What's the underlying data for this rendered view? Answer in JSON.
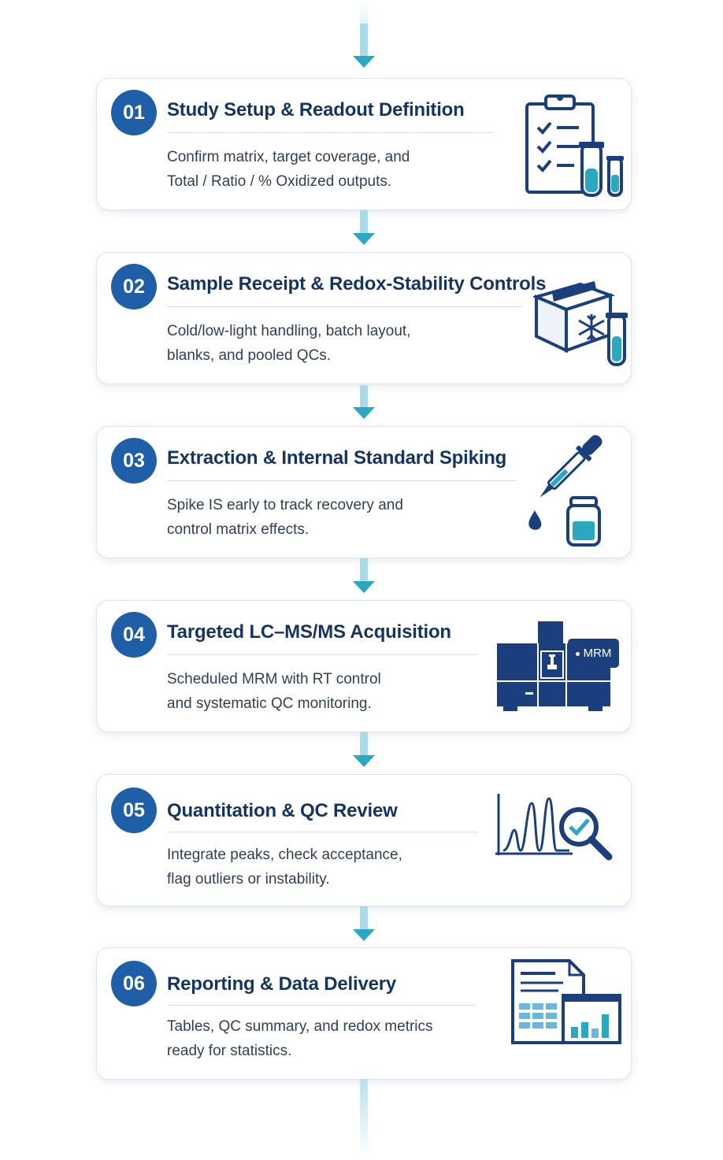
{
  "steps": [
    {
      "number": "01",
      "title": "Study Setup & Readout Definition",
      "description": [
        "Confirm matrix, target coverage, and",
        "Total / Ratio / % Oxidized outputs."
      ],
      "icon": "clipboard-tubes-icon"
    },
    {
      "number": "02",
      "title": "Sample Receipt & Redox-Stability Controls",
      "description": [
        "Cold/low-light handling, batch layout,",
        "blanks, and pooled QCs."
      ],
      "icon": "box-snowflake-tube-icon"
    },
    {
      "number": "03",
      "title": "Extraction & Internal Standard Spiking",
      "description": [
        "Spike IS early to track recovery and",
        "control matrix effects."
      ],
      "icon": "dropper-vial-icon"
    },
    {
      "number": "04",
      "title": "Targeted LC–MS/MS Acquisition",
      "description": [
        "Scheduled MRM with RT control",
        "and systematic QC monitoring."
      ],
      "icon": "lcms-instrument-icon",
      "badge": "MRM"
    },
    {
      "number": "05",
      "title": "Quantitation & QC Review",
      "description": [
        "Integrate peaks, check acceptance,",
        "flag outliers or instability."
      ],
      "icon": "chromatogram-magnifier-icon"
    },
    {
      "number": "06",
      "title": "Reporting & Data Delivery",
      "description": [
        "Tables, QC summary, and redox metrics",
        "ready for statistics."
      ],
      "icon": "report-dashboard-icon"
    }
  ],
  "colors": {
    "primary": "#1f5fa8",
    "navy": "#1b3f7c",
    "teal": "#2aa7c1",
    "connector": "#a9dbe6"
  }
}
